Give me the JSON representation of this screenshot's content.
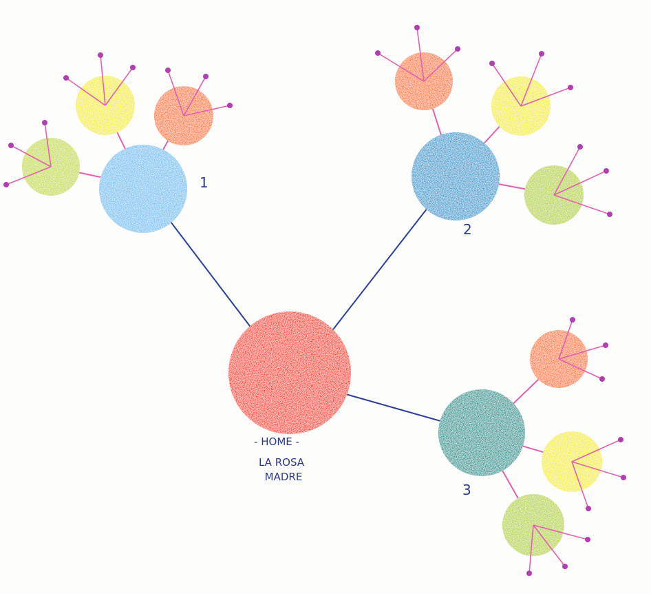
{
  "root": {
    "label_lines": [
      "- HOME -",
      "LA ROSA",
      "MADRE"
    ],
    "color": "#ff3b1f"
  },
  "branches": [
    {
      "number": "1",
      "color": "#72c2f0",
      "children": [
        {
          "color": "#c6dd3a"
        },
        {
          "color": "#f5ee1a"
        },
        {
          "color": "#ff7a2a"
        }
      ]
    },
    {
      "number": "2",
      "color": "#2f9fd1",
      "children": [
        {
          "color": "#ff7a2a"
        },
        {
          "color": "#f5ee1a"
        },
        {
          "color": "#b8d430"
        }
      ]
    },
    {
      "number": "3",
      "color": "#139a95",
      "children": [
        {
          "color": "#ff7a2a"
        },
        {
          "color": "#f5ee1a"
        },
        {
          "color": "#b8d430"
        }
      ]
    }
  ],
  "colors": {
    "main_link": "#2d3e9a",
    "child_link": "#e35fb0",
    "pin": "#b03fb0",
    "text": "#2b3a8f"
  }
}
